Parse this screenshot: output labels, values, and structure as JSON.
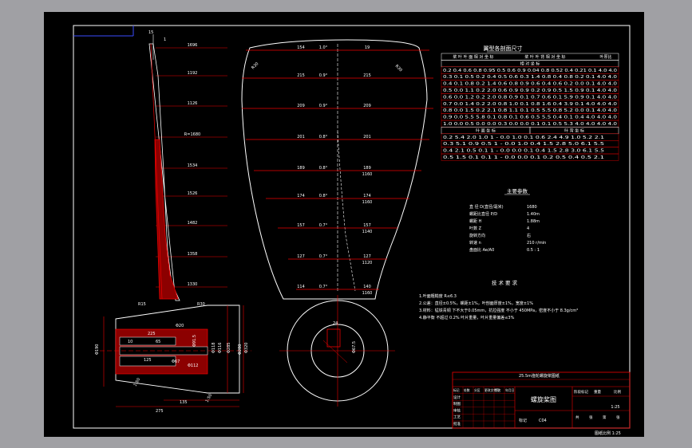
{
  "dims_left": [
    "1696",
    "1192",
    "1126",
    "R=1680",
    "1534",
    "1526",
    "1482",
    "1358",
    "1330"
  ],
  "dims_blade_left": [
    "154",
    "215",
    "209",
    "201",
    "189",
    "174",
    "157",
    "127",
    "114"
  ],
  "dims_blade_mid": [
    "1.0°",
    "0.9°",
    "0.9°",
    "0.8°",
    "0.8°",
    "0.8°",
    "0.7°",
    "0.7°",
    "0.7°"
  ],
  "dims_blade_right": [
    "19",
    "215",
    "209",
    "201",
    "189",
    "174",
    "157",
    "127",
    "140"
  ],
  "dims_blade_right_sub": [
    "",
    "",
    "",
    "",
    "1160",
    "1160",
    "1140",
    "1120",
    "1160"
  ],
  "table_title": "翼型各剖面尺寸",
  "table_head1": [
    "桨 叶 叶 面 相 对 坐 标",
    "桨 叶 叶 背 相 对 坐 标",
    "叶厚比"
  ],
  "table_sub1": [
    "相 对 坐 标"
  ],
  "table_rows1": [
    "0.2 0.4 0.6 0.8 0.95 0.5 0.6 0.9 0.04 0.8 0.52 0.4 0.21 0.1 4.0 4.0",
    "0.3 0.1 0.5 0.2 0.4 0.5 0.6 0.3 1.4 0.8 0.4 0.8 0.2 0.1 4.0 4.0",
    "0.4 0.1 0.8 0.2 1.4 0.6 0.8 0.9 0.6 0.4 0.6 0.2 0.0 0.1 4.0 4.0",
    "0.5 0.0 1.1 0.2 2.0 0.6 0.9 0.9 0.2 0.9 0.5 1.5 0.9 0.1 4.0 4.0",
    "0.6 0.0 1.2 0.2 2.0 0.8 0.9 0.1 0.7 0.6 0.1 5.9 0.9 0.1 4.0 4.0",
    "0.7 0.0 1.4 0.2 2.0 0.8 1.0 0.1 0.8 1.6 0.4 3.9 0.1 4.0 4.0 4.0",
    "0.8 0.0 1.5 0.2 2.1 0.8 1.1 0.1 0.5 5.5 0.8 5.2 0.0 0.1 4.0 4.0",
    "0.9 0.0 5.5 5.8 0.1 0.8 0.1 0.6 0.5 5.5 0.4 0.1 0.4 4.0 4.0 4.0",
    "1.0 0.0 0.5 0.0 0.0 0.3 0.0 0.0 0.1 0.1 0.5 5.3 4.0 4.0 4.0 4.0"
  ],
  "table_sub2": [
    "叶 面 坐 标",
    "叶 背 坐 标"
  ],
  "table_rows2": [
    "0.2 5.4 2.0 1.0 1 - 0.0 1.0 0.1 0.6 2.4 4.9 1.0 5.2 2.1",
    "0.3 5.1 0.9 0.5 1 - 0.0 1.0 0.4 1.5 2.8 5.0 6.1 5.5",
    "0.4 2.1 0.5 0.1 1 - 0.0 0.0 0.1 0.4 1.5 2.8 3.0 6.1 5.5",
    "0.5 1.5 0.1 0.1 1 - 0.0 0.0 0.1 0.2 0.5 0.4 0.5 2.1"
  ],
  "params_title": "主要参数",
  "params": [
    {
      "label": "直 径 D(直径/毫米)",
      "value": "1680"
    },
    {
      "label": "螺距比直径 P/D",
      "value": "1.40m"
    },
    {
      "label": "螺距 H",
      "value": "1.88m"
    },
    {
      "label": "叶数 Z",
      "value": "4"
    },
    {
      "label": "旋转方向",
      "value": "右"
    },
    {
      "label": "转速 n",
      "value": "210 r/min"
    },
    {
      "label": "盘面比 Ae/A0",
      "value": "0.5 : 1"
    }
  ],
  "tech_title": "技 术 要 求",
  "tech_lines": [
    "1.叶面粗糙度 R≤6.3",
    "2.公差：直径±0.5%，螺距±1%，叶剖面厚度±1%，宽度±1%",
    "3.材料：锰铁青铜 下不大于0.05mm，抗拉强度 不小于 450MPa，密度不小于 8.3g/cm³",
    "4.静平衡 不超过 0.2% 叶片重量，叶片重量偏差≤3%"
  ],
  "hub_dims": [
    "Φ190",
    "Φ280",
    "Φ285",
    "Φ320",
    "Φ91.5",
    "Φ118",
    "Φ116",
    "Φ67",
    "Φ112",
    "Φ20",
    "225",
    "10",
    "65",
    "125",
    "1:50",
    "1:50"
  ],
  "hub_bottom": [
    "275",
    "135"
  ],
  "disc_dims": [
    "24",
    "Φ67.5"
  ],
  "top_marks": [
    "15",
    "1"
  ],
  "angle_marks": [
    "R30",
    "R30",
    "R15",
    "R30"
  ],
  "title_block": {
    "project": "25.5m渔轮螺旋桨图纸",
    "drawing_name": "螺旋桨图",
    "labels_left": [
      "设计",
      "制图",
      "审核",
      "工艺",
      "批准"
    ],
    "col_heads": [
      "标记",
      "处数",
      "分区",
      "更改文件号",
      "签名",
      "年月日"
    ],
    "stage_heads": [
      "阶段标记",
      "重量",
      "比例"
    ],
    "scale": "1:25",
    "sheet": [
      "共",
      "张",
      "第",
      "张"
    ],
    "code": "C04",
    "mark": "标记"
  },
  "footer_note": "图纸比例 1:25"
}
